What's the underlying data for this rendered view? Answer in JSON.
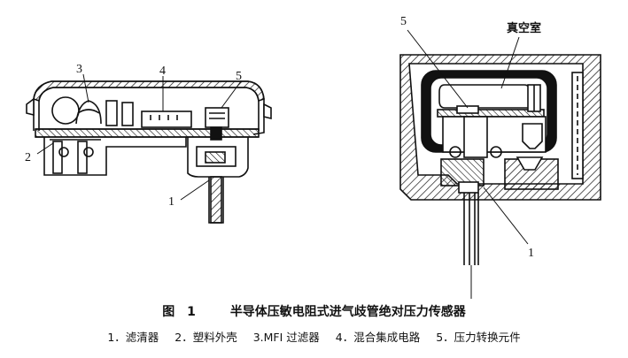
{
  "figure": {
    "number": "图　1",
    "title": "半导体压敏电阻式进气歧管绝对压力传感器"
  },
  "left_callouts": [
    "1",
    "2",
    "3",
    "4",
    "5"
  ],
  "right_callouts": [
    "5",
    "1"
  ],
  "right_label": "真空室",
  "legend": [
    "1．滤清器",
    "2．塑料外壳",
    "3.MFI 过滤器",
    "4．混合集成电路",
    "5．压力转换元件"
  ]
}
